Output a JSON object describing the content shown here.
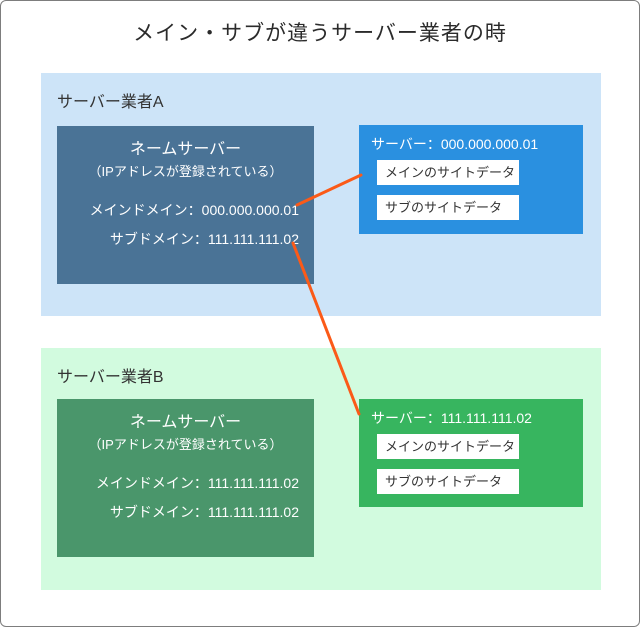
{
  "title": "メイン・サブが違うサーバー業者の時",
  "colors": {
    "light-blue": "#cde4f8",
    "slate-blue": "#4a7396",
    "bright-blue": "#2a90e0",
    "light-green": "#d2fbdf",
    "dark-green": "#4a966b",
    "bright-green": "#37b55f",
    "orange": "#fb5a18",
    "frame-border": "#7d7d7d"
  },
  "provider_a": {
    "label": "サーバー業者A",
    "nameserver": {
      "title": "ネームサーバー",
      "note": "（IPアドレスが登録されている）",
      "main_domain": "メインドメイン：000.000.000.01",
      "sub_domain": "サブドメイン：111.111.111.02"
    },
    "server": {
      "label": "サーバー：000.000.000.01",
      "main_data": "メインのサイトデータ",
      "sub_data": "サブのサイトデータ"
    }
  },
  "provider_b": {
    "label": "サーバー業者B",
    "nameserver": {
      "title": "ネームサーバー",
      "note": "（IPアドレスが登録されている）",
      "main_domain": "メインドメイン：111.111.111.02",
      "sub_domain": "サブドメイン：111.111.111.02"
    },
    "server": {
      "label": "サーバー：111.111.111.02",
      "main_data": "メインのサイトデータ",
      "sub_data": "サブのサイトデータ"
    }
  }
}
